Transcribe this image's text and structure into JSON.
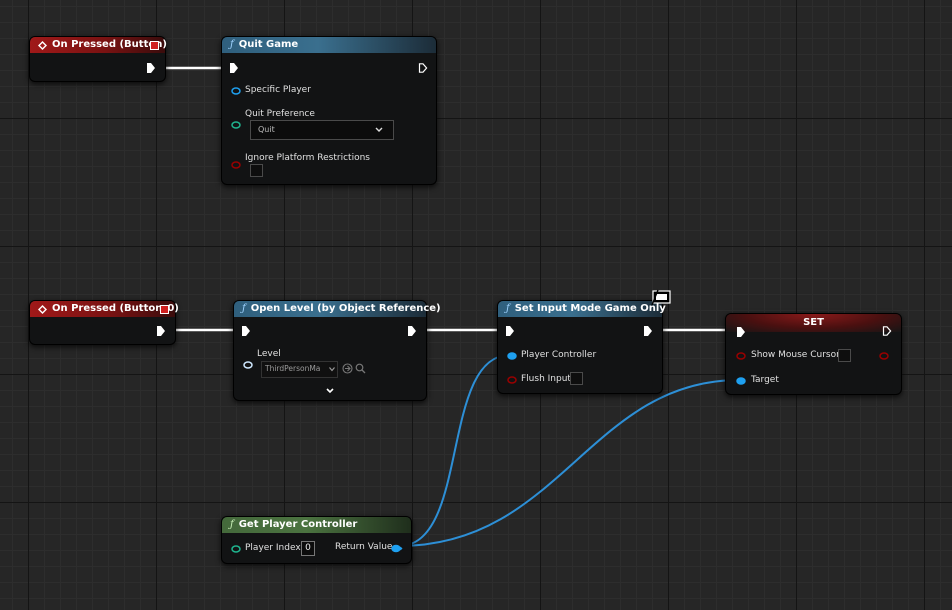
{
  "nodes": {
    "on_pressed_button": {
      "title": "On Pressed (Button)"
    },
    "quit_game": {
      "title": "Quit Game",
      "specific_player_label": "Specific Player",
      "quit_preference_label": "Quit Preference",
      "quit_preference_value": "Quit",
      "ignore_platform_label": "Ignore Platform Restrictions"
    },
    "on_pressed_button_0": {
      "title": "On Pressed (Button_0)"
    },
    "open_level": {
      "title": "Open Level (by Object Reference)",
      "level_label": "Level",
      "level_value": "ThirdPersonMa"
    },
    "set_input_mode": {
      "title": "Set Input Mode Game Only",
      "player_controller_label": "Player Controller",
      "flush_input_label": "Flush Input"
    },
    "set_node": {
      "title": "SET",
      "show_mouse_cursor_label": "Show Mouse Cursor",
      "target_label": "Target"
    },
    "get_player_controller": {
      "title": "Get Player Controller",
      "player_index_label": "Player Index",
      "player_index_value": "0",
      "return_value_label": "Return Value"
    }
  },
  "icons": {
    "function": "f-italic-glyph",
    "event": "event-diamond-icon",
    "delegate": "delegate-square-icon",
    "exec": "exec-arrow-icon",
    "pure_function_badge": "monitor-icon",
    "dropdown": "chevron-down-icon",
    "use_selected": "arrow-use-icon",
    "browse": "search-icon",
    "advanced": "chevron-down-icon"
  },
  "colors": {
    "event_header": "#a01919",
    "function_header": "#3a6f8e",
    "pure_header": "#4b7340",
    "object_pin": "#1ea0f0",
    "struct_pin": "#1fb58f",
    "bool_pin": "#9a0000",
    "exec_pin": "#ffffff",
    "wire_object": "#2d8fd6"
  }
}
